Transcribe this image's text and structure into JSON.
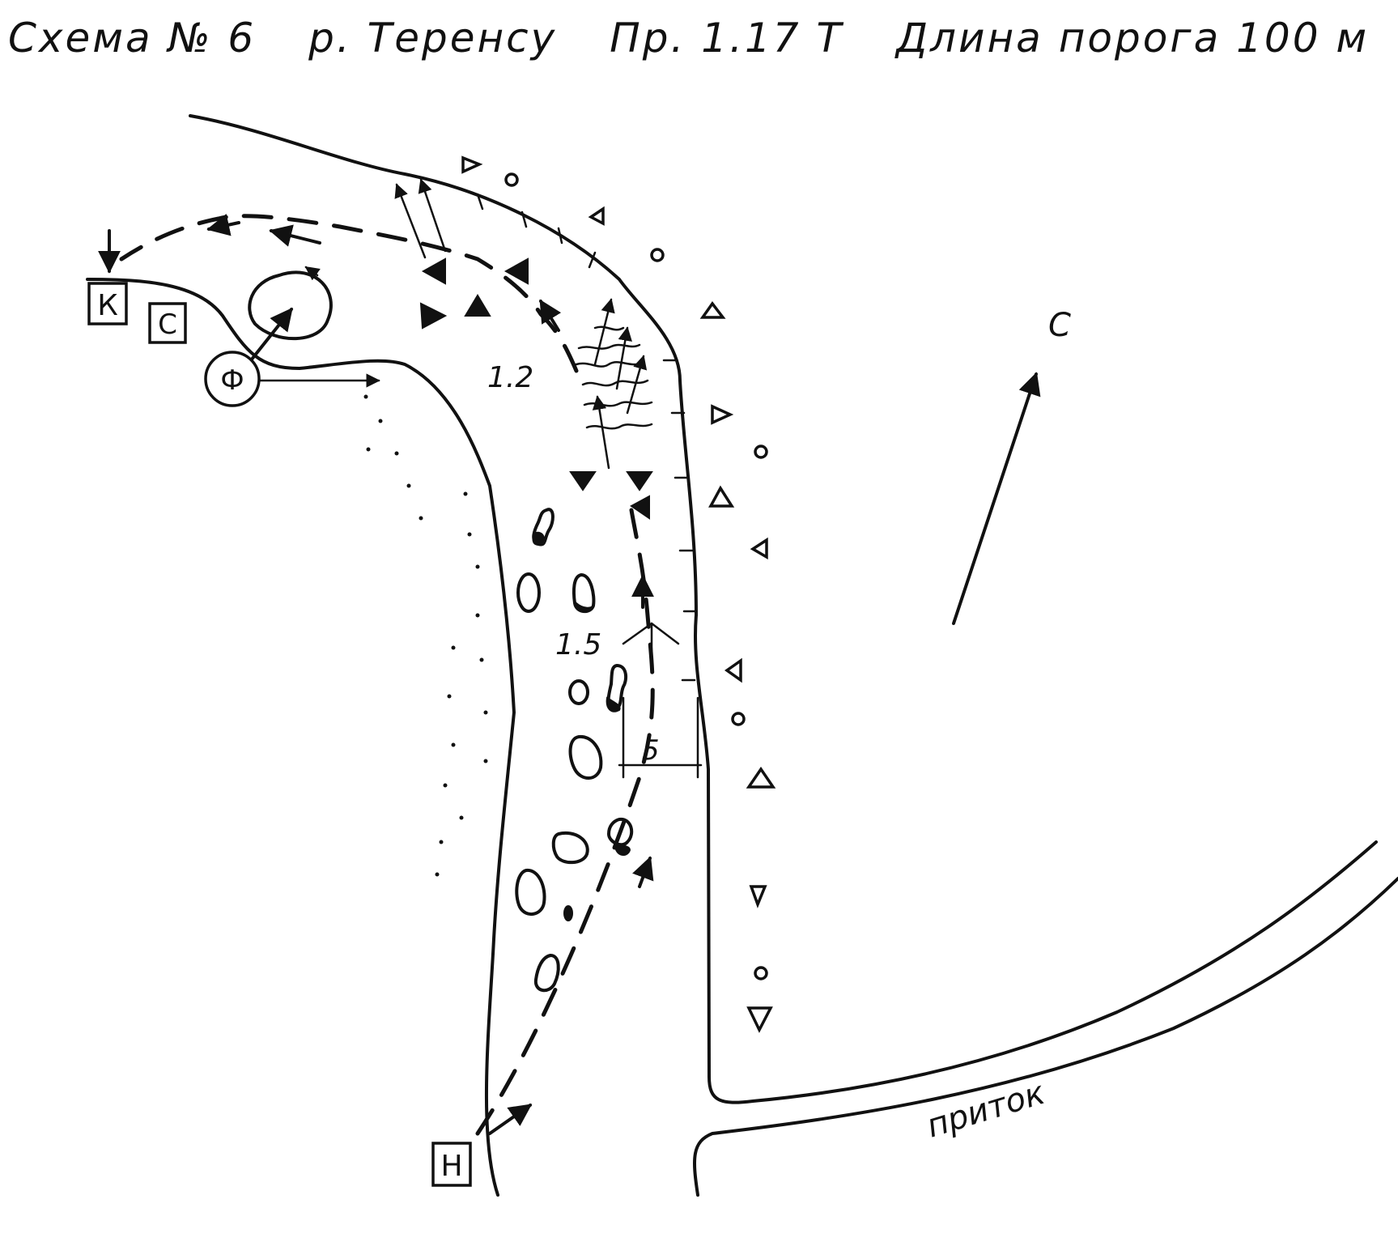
{
  "title": {
    "scheme": "Схема № 6",
    "river": "р. Теренсу",
    "category": "Пр. 1.17 Т",
    "length": "Длина порога 100 м"
  },
  "labels": {
    "depth_upper": "1.2",
    "depth_lower": "1.5",
    "width": "5",
    "north": "С",
    "tributary": "приток"
  },
  "markers": {
    "finish": "К",
    "safety": "С",
    "photo": "Ф",
    "start": "Н"
  }
}
